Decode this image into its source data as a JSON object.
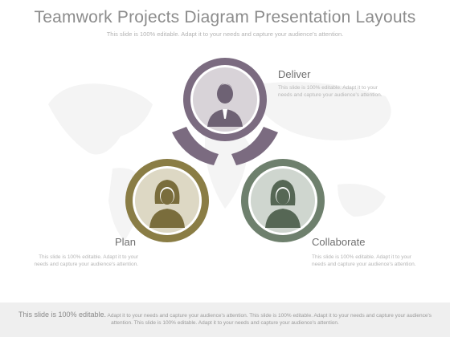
{
  "header": {
    "title": "Teamwork Projects Diagram Presentation Layouts",
    "subtitle": "This slide is 100% editable. Adapt it to your needs and capture your audience's attention."
  },
  "nodes": [
    {
      "id": "deliver",
      "label": "Deliver",
      "description": "This slide is 100% editable. Adapt it to your needs and capture your audience's attention.",
      "ring_color": "#7b6b80",
      "inner_color": "#d8d3d8",
      "figure_color": "#6e6274",
      "figure": "male-figure-icon"
    },
    {
      "id": "plan",
      "label": "Plan",
      "description": "This slide is 100% editable. Adapt it to your needs and capture your audience's attention.",
      "ring_color": "#8a7d45",
      "inner_color": "#ddd8c4",
      "figure_color": "#7a6d3c",
      "figure": "female-figure-icon"
    },
    {
      "id": "collaborate",
      "label": "Collaborate",
      "description": "This slide is 100% editable. Adapt it to your needs and capture your audience's attention.",
      "ring_color": "#6e806d",
      "inner_color": "#cfd6cf",
      "figure_color": "#566755",
      "figure": "female-figure-icon"
    }
  ],
  "connector": {
    "color": "#7b6b80"
  },
  "footer": {
    "lead": "This slide is 100% editable.",
    "text": "Adapt it to your needs and capture your audience's attention. This slide is 100% editable. Adapt it to your needs and capture your audience's attention. This slide is 100% editable. Adapt it to your needs and capture your audience's attention."
  }
}
